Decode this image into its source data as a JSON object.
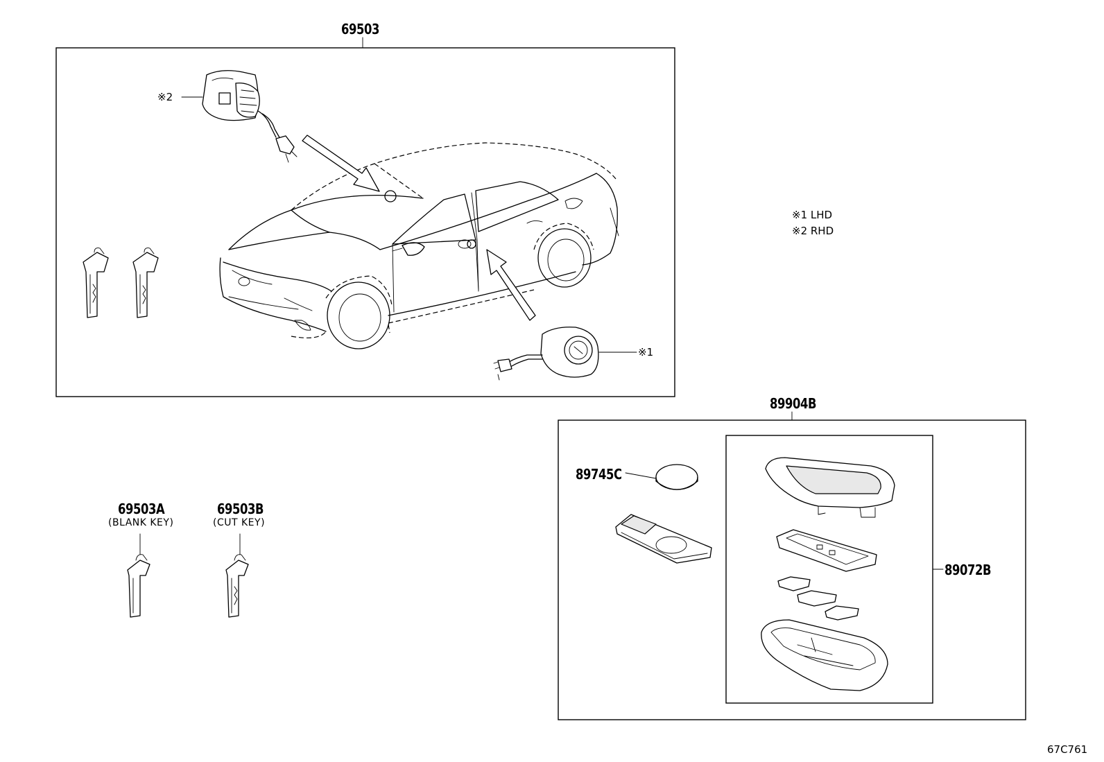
{
  "parts": {
    "p69503": "69503",
    "p89904B": "89904B",
    "p89745C": "89745C",
    "p89072B": "89072B",
    "p69503A": "69503A",
    "p69503B": "69503B"
  },
  "captions": {
    "blank_key": "(BLANK KEY)",
    "cut_key": "(CUT KEY)"
  },
  "callouts": {
    "mark1": "※1",
    "mark2": "※2"
  },
  "legend": {
    "lhd": "※1 LHD",
    "rhd": "※2 RHD"
  },
  "figure_ref": "67C761"
}
